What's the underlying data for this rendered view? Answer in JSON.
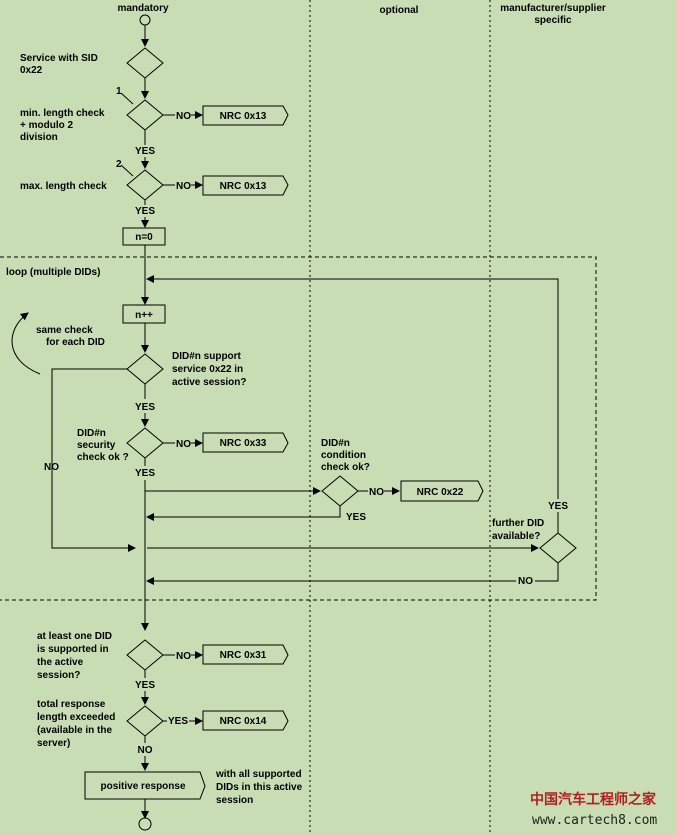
{
  "columns": {
    "mandatory": "mandatory",
    "optional": "optional",
    "manufacturer_line1": "manufacturer/supplier",
    "manufacturer_line2": "specific"
  },
  "steps": {
    "service_l1": "Service with SID",
    "service_l2": "0x22",
    "minlen_l1": "min. length check",
    "minlen_l2": "+ modulo 2",
    "minlen_l3": "division",
    "maxlen": "max. length check",
    "marker1": "1",
    "marker2": "2",
    "n0": "n=0",
    "nplus": "n++",
    "loop": "loop (multiple DIDs)",
    "samecheck_l1": "same check",
    "samecheck_l2": "for each DID",
    "didsupport_l1": "DID#n support",
    "didsupport_l2": "service 0x22 in",
    "didsupport_l3": "active session?",
    "didsec_l1": "DID#n",
    "didsec_l2": "security",
    "didsec_l3": "check ok ?",
    "didcond_l1": "DID#n",
    "didcond_l2": "condition",
    "didcond_l3": "check ok?",
    "further_l1": "further DID",
    "further_l2": "available?",
    "atleast_l1": "at least one DID",
    "atleast_l2": "is supported in",
    "atleast_l3": "the active",
    "atleast_l4": "session?",
    "total_l1": "total response",
    "total_l2": "length exceeded",
    "total_l3": "(available in the",
    "total_l4": "server)",
    "positive": "positive response",
    "withall_l1": "with all supported",
    "withall_l2": "DIDs in this active",
    "withall_l3": "session"
  },
  "nrc": {
    "minlen": "NRC 0x13",
    "maxlen": "NRC 0x13",
    "security": "NRC 0x33",
    "condition": "NRC 0x22",
    "atleast": "NRC 0x31",
    "total": "NRC 0x14"
  },
  "labels": {
    "no_minlen": "NO",
    "yes_minlen": "YES",
    "no_maxlen": "NO",
    "yes_maxlen": "YES",
    "yes_support": "YES",
    "no_support": "NO",
    "no_security": "NO",
    "yes_security": "YES",
    "no_condition": "NO",
    "yes_condition": "YES",
    "yes_further": "YES",
    "no_further": "NO",
    "no_atleast": "NO",
    "yes_atleast": "YES",
    "yes_total": "YES",
    "no_total": "NO"
  },
  "watermark": {
    "line1": "中国汽车工程师之家",
    "line2": "www.cartech8.com"
  }
}
